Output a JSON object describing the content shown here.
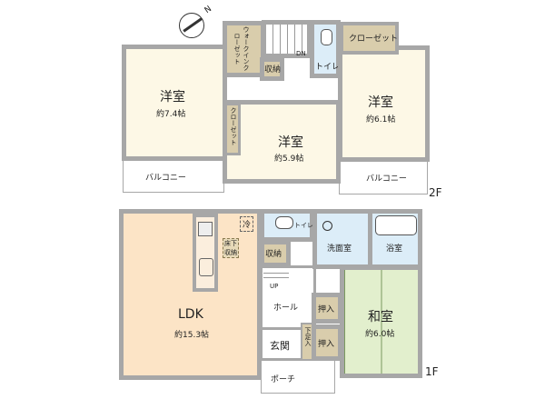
{
  "floor2": {
    "label": "2F",
    "compass": "N",
    "rooms": [
      {
        "name": "洋室",
        "size": "約7.4帖"
      },
      {
        "name": "洋室",
        "size": "約5.9帖"
      },
      {
        "name": "洋室",
        "size": "約6.1帖"
      }
    ],
    "walk_in_closet": "ウォークインクローゼット",
    "storage": "収納",
    "closet_top": "クローゼット",
    "closet_mid": "クローゼット",
    "toilet": "トイレ",
    "stairs": "DN",
    "balcony_left": "バルコニー",
    "balcony_right": "バルコニー"
  },
  "floor1": {
    "label": "1F",
    "ldk": {
      "name": "LDK",
      "size": "約15.3帖"
    },
    "fridge": "冷",
    "underfloor": "床下収納",
    "toilet": "トイレ",
    "storage": "収納",
    "stairs": "UP",
    "washroom": "洗面室",
    "bath": "浴室",
    "hall": "ホール",
    "entrance": "玄関",
    "shoe": "下足入",
    "oshiire1": "押入",
    "oshiire2": "押入",
    "washitsu": {
      "name": "和室",
      "size": "約6.0帖"
    },
    "porch": "ポーチ"
  },
  "colors": {
    "wall": "#a7a7a7",
    "western": "#fdf8e6",
    "storage": "#d9cdac",
    "water": "#dcedf8",
    "ldk": "#fce4c6",
    "tatami": "#e2efcd"
  }
}
